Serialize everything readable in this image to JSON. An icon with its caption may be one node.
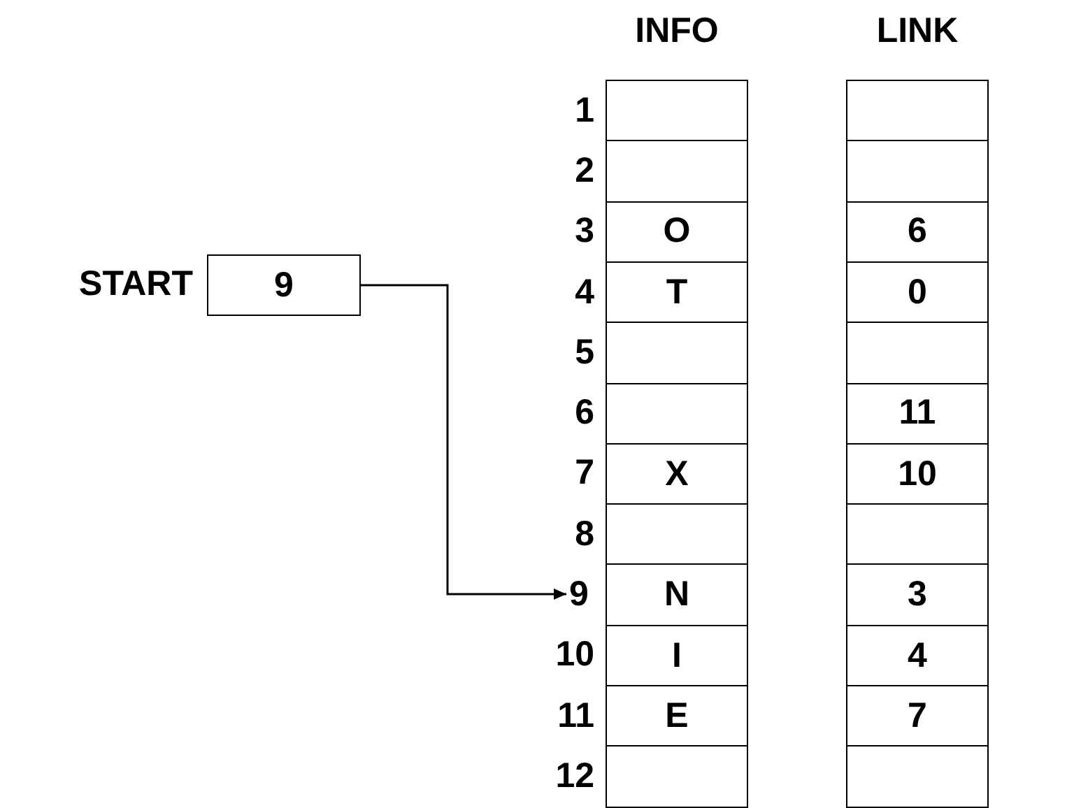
{
  "diagram": {
    "nodes": [
      {
        "text": [
          "9"
        ],
        "beside": [
          "START"
        ]
      },
      {
        "text": [
          "9"
        ]
      }
    ],
    "edges": [
      {
        "from": 0,
        "to": 1,
        "arrow": "to"
      }
    ],
    "labels": [
      "INFO",
      "LINK",
      "1",
      "2",
      "3",
      "O",
      "6",
      "4",
      "T",
      "0",
      "5",
      "6",
      "11",
      "7",
      "X",
      "10",
      "8",
      "N",
      "3",
      "10",
      "I",
      "4",
      "11",
      "E",
      "7",
      "12"
    ]
  }
}
